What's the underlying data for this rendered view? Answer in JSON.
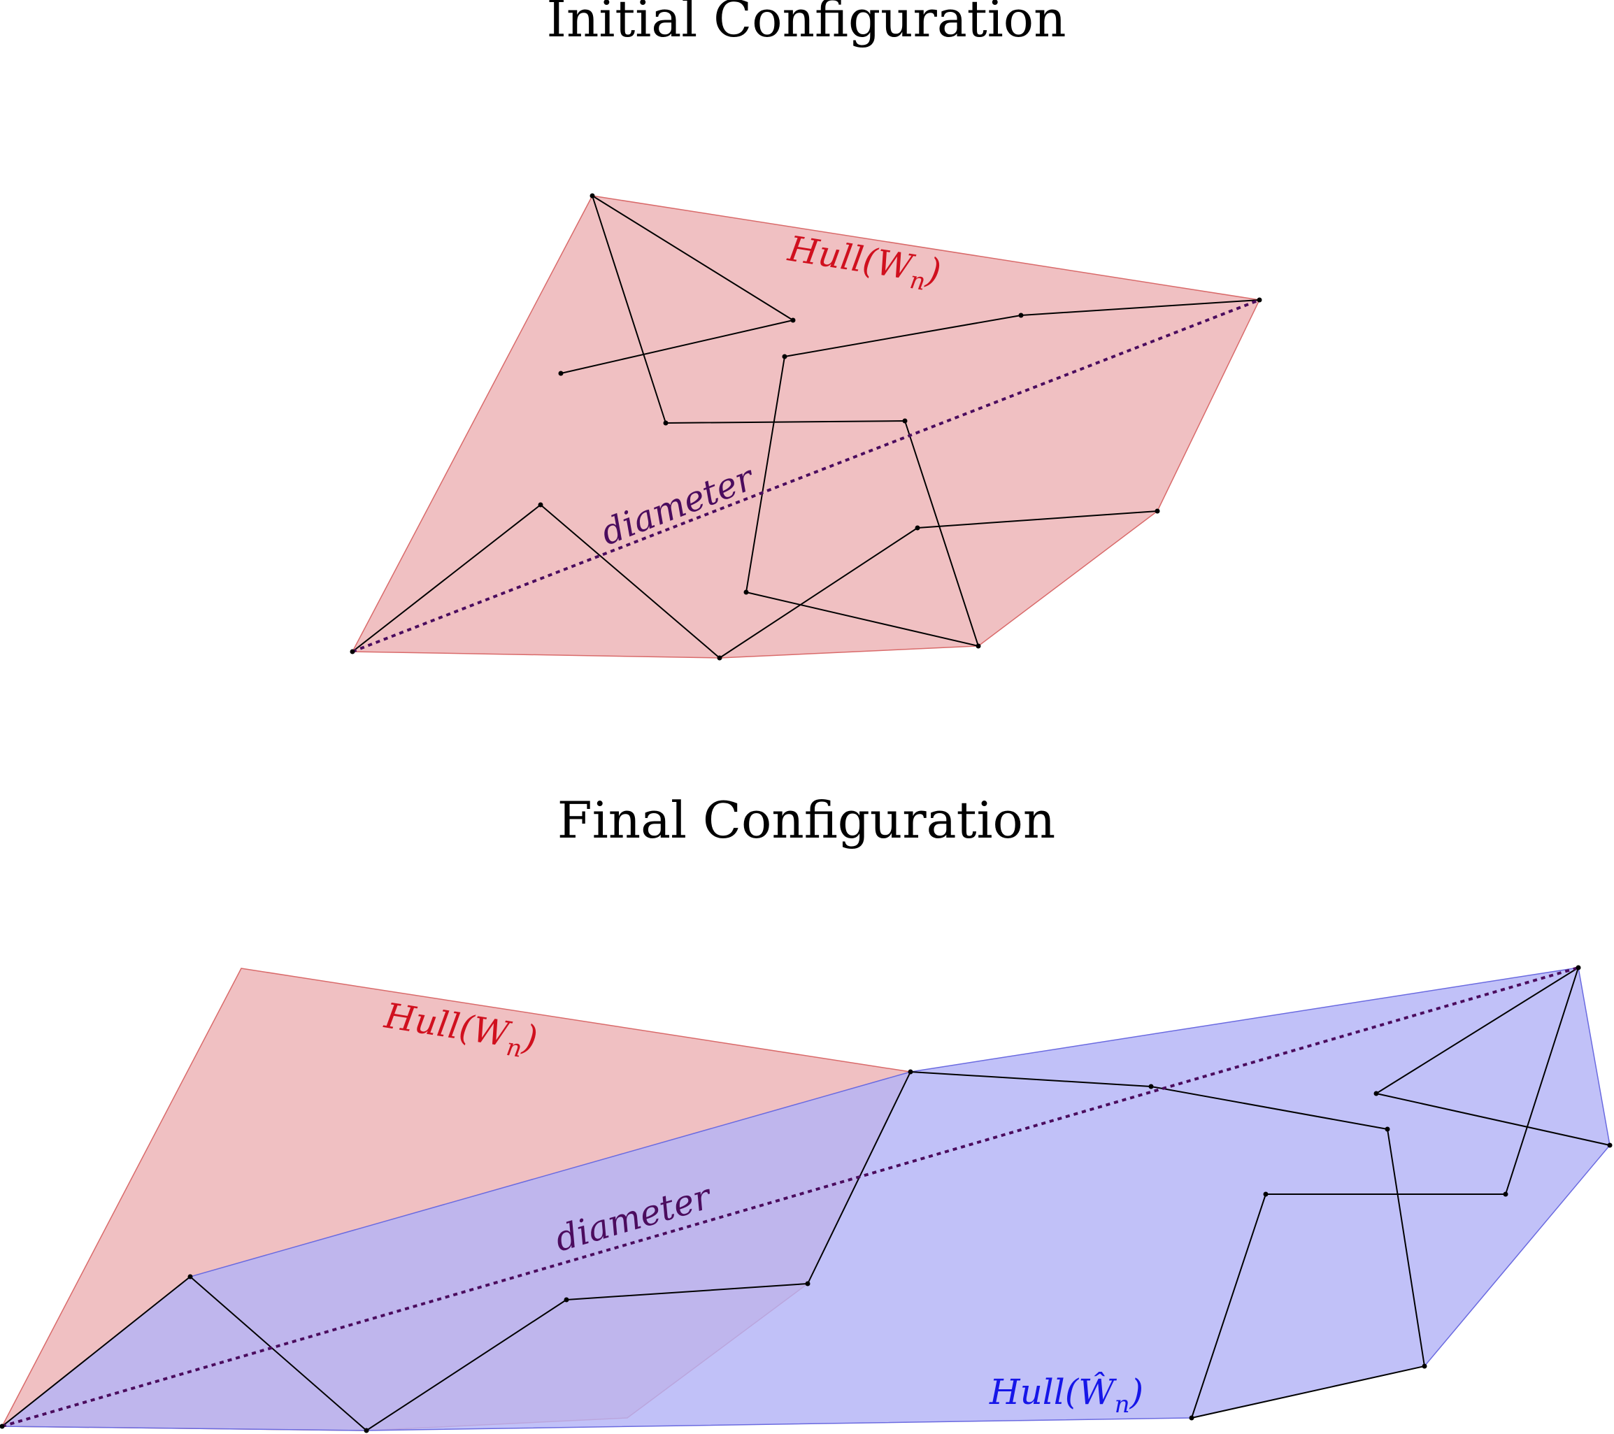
{
  "initial": {
    "title": "Initial Configuration",
    "hull_label": {
      "base": "Hull(W",
      "sub": "n",
      "close": ")"
    },
    "diameter_label": "diameter"
  },
  "final": {
    "title": "Final Configuration",
    "hull_label_red": {
      "base": "Hull(W",
      "sub": "n",
      "close": ")"
    },
    "hull_label_blue": {
      "base": "Hull(Ŵ",
      "sub": "n",
      "close": ")"
    },
    "diameter_label": "diameter"
  },
  "colors": {
    "red_fill": "#f0c0c2",
    "red_stroke": "#d96a6a",
    "red_text": "#d0101e",
    "blue_fill": "#b3b3f7",
    "blue_stroke": "#6a6ae0",
    "blue_text": "#1616e8",
    "diameter": "#4b0c5e"
  }
}
